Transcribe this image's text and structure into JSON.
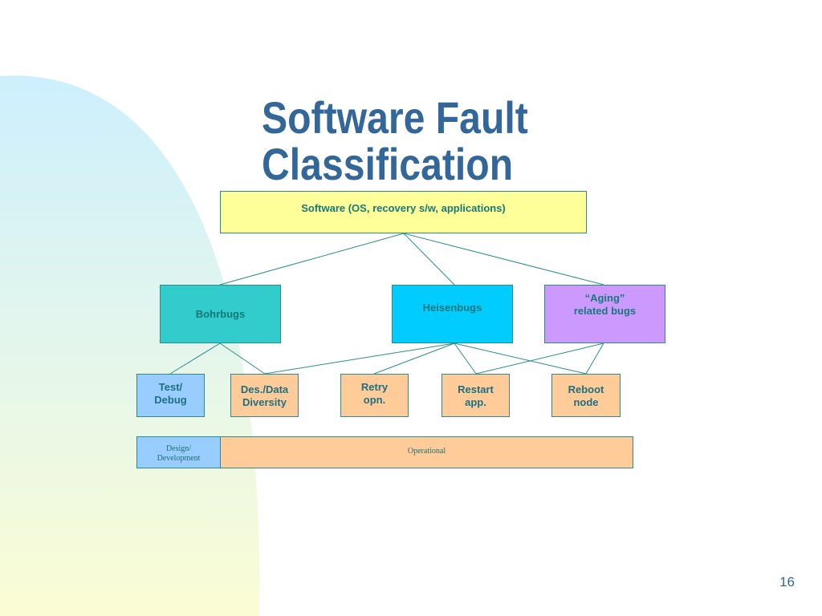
{
  "slide": {
    "title_line1": "Software Fault",
    "title_line2": "Classification",
    "slide_number": "16"
  },
  "diagram": {
    "root": "Software (OS, recovery s/w, applications)",
    "categories": {
      "bohrbugs": "Bohrbugs",
      "heisenbugs": "Heisenbugs",
      "aging": "“Aging”\nrelated bugs"
    },
    "actions": {
      "test_debug": "Test/\nDebug",
      "des_data_diversity": "Des./Data\n Diversity",
      "retry": "Retry\nopn.",
      "restart": "Restart\n app.",
      "reboot": "Reboot\nnode"
    },
    "phases": {
      "design": "Design/\nDevelopment",
      "operational": "Operational"
    },
    "colors": {
      "title": "#336699",
      "root_fill": "#ffff99",
      "bohrbugs_fill": "#33cccc",
      "heisenbugs_fill": "#00ccff",
      "aging_fill": "#cc99ff",
      "design_fill": "#99ccff",
      "operational_fill": "#ffcc99",
      "connector": "#2e8b8b"
    }
  }
}
